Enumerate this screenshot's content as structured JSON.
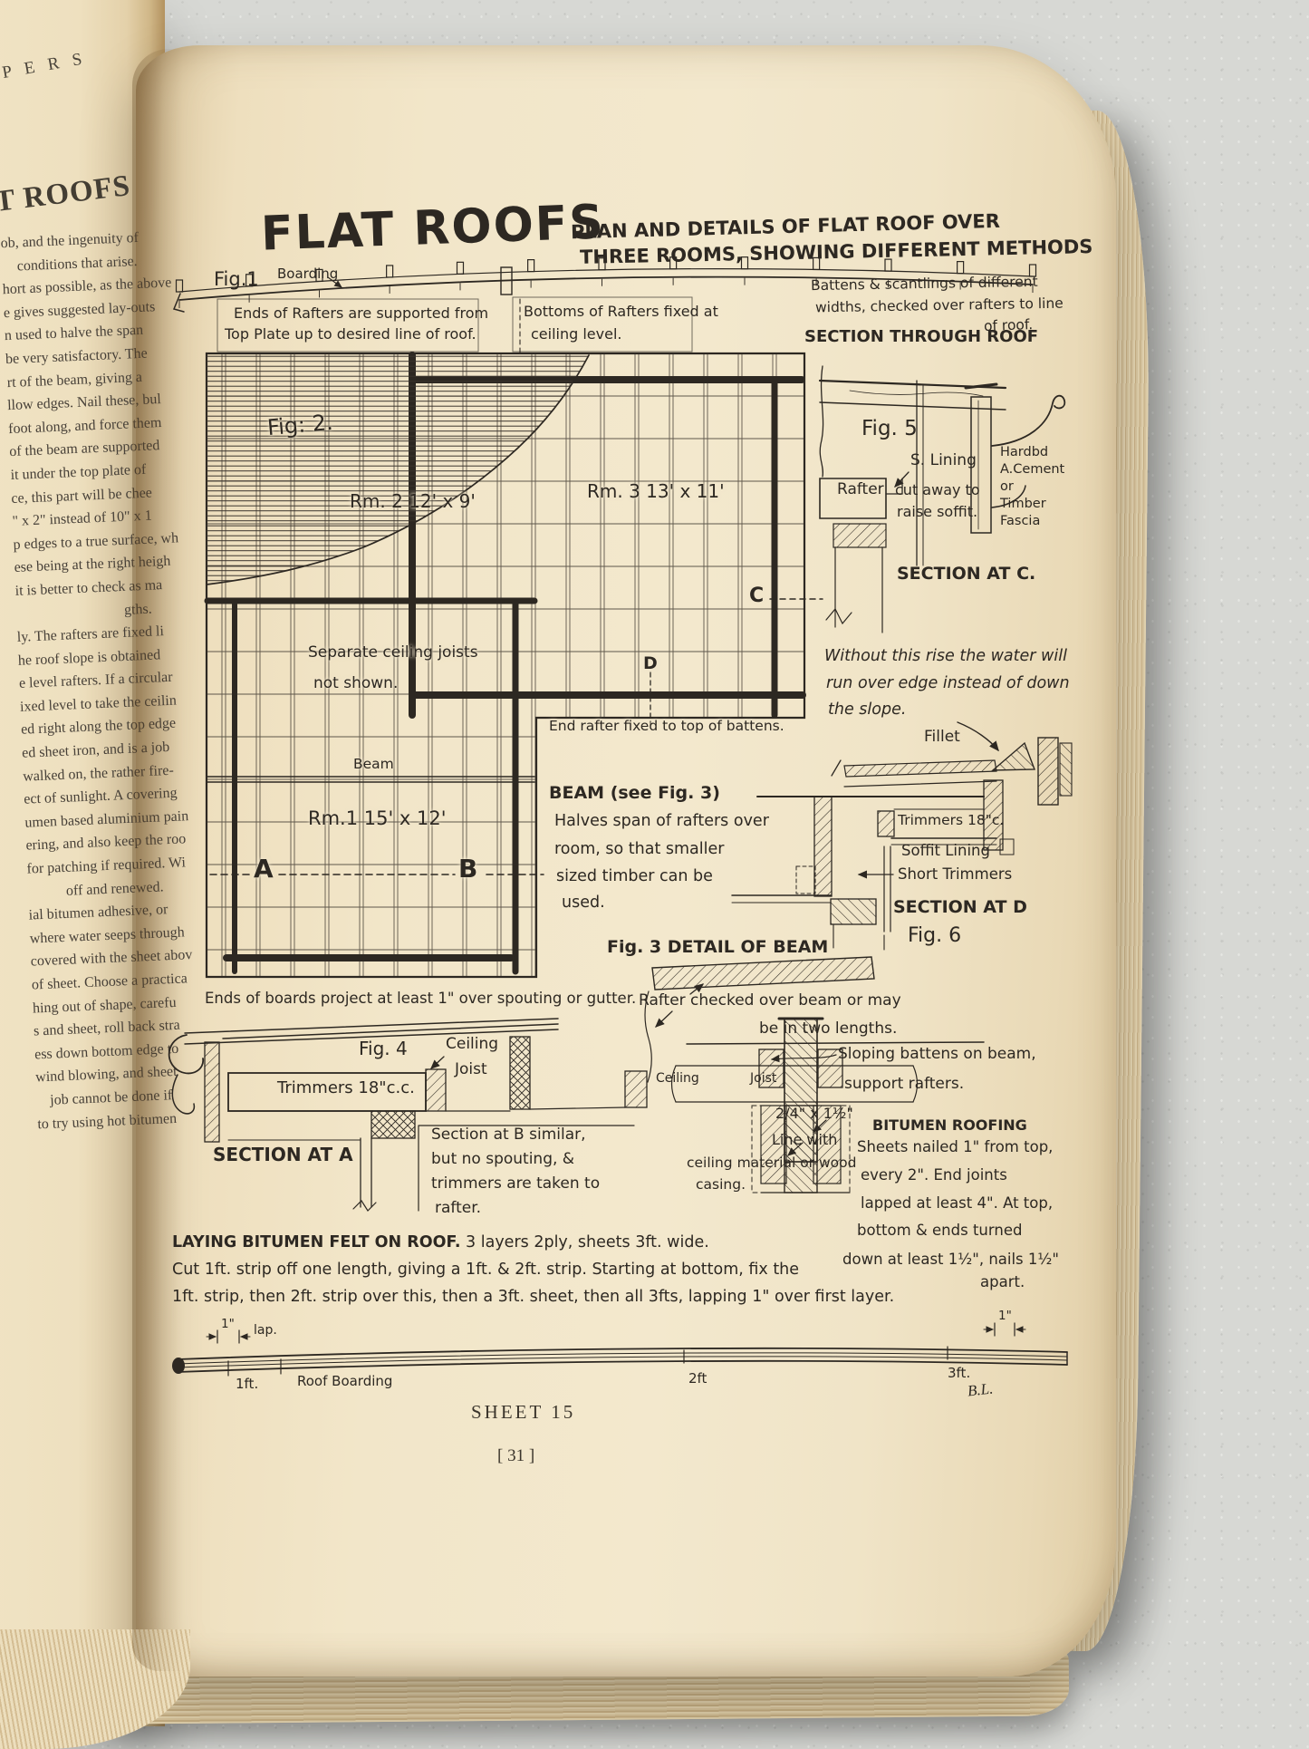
{
  "left_page": {
    "top_fragment": "P E R S",
    "heading_fragment": "T ROOFS",
    "fragments": [
      "ob, and the ingenuity of",
      "conditions that arise.",
      "hort as possible, as the above",
      "e gives suggested lay-outs",
      "n used to halve the span",
      "be very satisfactory. The",
      "rt of the beam, giving a",
      "llow edges. Nail these, bul",
      "foot along, and force them",
      "of the beam are supported",
      "it under the top plate of",
      "ce, this part will be chee",
      "\" x 2\" instead of 10\" x 1",
      "p edges to a true surface, wh",
      "ese being at the right heigh",
      "it is better to check as ma",
      "gths.",
      "ly. The rafters are fixed li",
      "he roof slope is obtained",
      "e level rafters. If a circular",
      "ixed level to take the ceilin",
      "ed right along the top edge",
      "ed sheet iron, and is a job",
      "walked on, the rather fire-",
      "ect of sunlight. A covering",
      "umen based aluminium pain",
      "ering, and also keep the roo",
      "for patching if required. Wi",
      "off and renewed.",
      "ial bitumen adhesive, or",
      "where water seeps through",
      "covered with the sheet abov",
      "of sheet. Choose a practica",
      "hing out of shape, carefu",
      "s and sheet, roll back stra",
      "ess down bottom edge to",
      "wind blowing, and sheet",
      "job cannot be done if",
      "to try using hot bitumen"
    ]
  },
  "header": {
    "title": "FLAT ROOFS",
    "subtitle_1": "PLAN AND DETAILS OF FLAT ROOF OVER",
    "subtitle_2": "THREE ROOMS, SHOWING DIFFERENT METHODS"
  },
  "fig1": {
    "label": "Fig.1",
    "boarding": "Boarding",
    "note_rafters_1": "Ends of Rafters are supported from",
    "note_rafters_2": "Top Plate up to desired line of roof.",
    "note_bottoms_1": "Bottoms of Rafters fixed at",
    "note_bottoms_2": "ceiling level.",
    "note_battens_1": "Battens & scantlings of different",
    "note_battens_2": "widths, checked over rafters to line",
    "note_battens_3": "of roof.",
    "section_caption": "SECTION THROUGH ROOF"
  },
  "plan": {
    "fig2_label": "Fig: 2.",
    "rm2": "Rm. 2  12' x 9'",
    "rm3": "Rm. 3  13' x 11'",
    "rm1": "Rm.1  15' x 12'",
    "separate_1": "Separate ceiling joists",
    "separate_2": "not shown.",
    "beam": "Beam",
    "a": "A",
    "b": "B",
    "c": "C",
    "d": "D",
    "end_rafter": "End rafter fixed to top of battens."
  },
  "fig5": {
    "label": "Fig. 5",
    "s_lining": "S. Lining",
    "rafter": "Rafter",
    "cut_away_1": "cut away to",
    "cut_away_2": "raise soffit.",
    "fascia_1": "Hardbd",
    "fascia_2": "A.Cement",
    "fascia_3": "or",
    "fascia_4": "Timber",
    "fascia_5": "Fascia",
    "section_caption": "SECTION AT C."
  },
  "rise_note": {
    "l1": "Without this rise the water will",
    "l2": "run over edge instead of down",
    "l3": "the slope."
  },
  "fillet": {
    "label": "Fillet"
  },
  "fig6": {
    "trimmers": "Trimmers 18\"c.",
    "soffit": "Soffit Lining",
    "short_trimmers": "Short Trimmers",
    "section_caption": "SECTION AT D",
    "label": "Fig. 6"
  },
  "beam_note": {
    "heading": "BEAM (see Fig. 3)",
    "l1": "Halves span of rafters over",
    "l2": "room, so that smaller",
    "l3": "sized timber can be",
    "l4": "used."
  },
  "fig3": {
    "caption": "Fig. 3  DETAIL OF BEAM",
    "rafter_checked_1": "Rafter checked over beam or may",
    "rafter_checked_2": "be in two lengths.",
    "sloping_1": "Sloping battens on beam,",
    "sloping_2": "support rafters.",
    "ceiling": "Ceiling",
    "joist": "Joist",
    "dim": "2/4\" x 1½\"",
    "line_with_1": "Line with",
    "line_with_2": "ceiling material or wood",
    "line_with_3": "casing."
  },
  "fig4": {
    "boards_note": "Ends of boards project at least 1\" over spouting or gutter.",
    "label": "Fig. 4",
    "ceiling_1": "Ceiling",
    "ceiling_2": "Joist",
    "trimmers": "Trimmers 18\"c.c.",
    "section_caption": "SECTION AT A",
    "section_b_1": "Section at B similar,",
    "section_b_2": "but no spouting, &",
    "section_b_3": "trimmers are taken to",
    "section_b_4": "rafter."
  },
  "bitumen": {
    "heading": "BITUMEN ROOFING",
    "l1": "Sheets nailed 1\" from top,",
    "l2": "every 2\".  End joints",
    "l3": "lapped at least 4\". At top,",
    "l4": "bottom & ends turned",
    "l5": "down at least 1½\", nails 1½\"",
    "l6": "apart."
  },
  "laying": {
    "heading": "LAYING BITUMEN FELT ON ROOF.",
    "rest": " 3 layers 2ply, sheets 3ft. wide.",
    "l2": "Cut 1ft. strip off one length, giving a 1ft. & 2ft. strip. Starting at bottom, fix the",
    "l3": "1ft. strip, then 2ft. strip over this, then a 3ft. sheet, then all 3fts, lapping 1\" over first layer."
  },
  "strip": {
    "lap_left_num": "1\"",
    "lap_left": "lap.",
    "lap_right": "1\"",
    "ft1": "1ft.",
    "roof_boarding": "Roof Boarding",
    "ft2": "2ft",
    "ft3": "3ft.",
    "signature": "B.L."
  },
  "footer": {
    "sheet": "SHEET 15",
    "page_number": "[ 31 ]"
  },
  "colors": {
    "ink": "#2d2822",
    "paper": "#f2e6c9",
    "background": "#d7d8d4"
  }
}
